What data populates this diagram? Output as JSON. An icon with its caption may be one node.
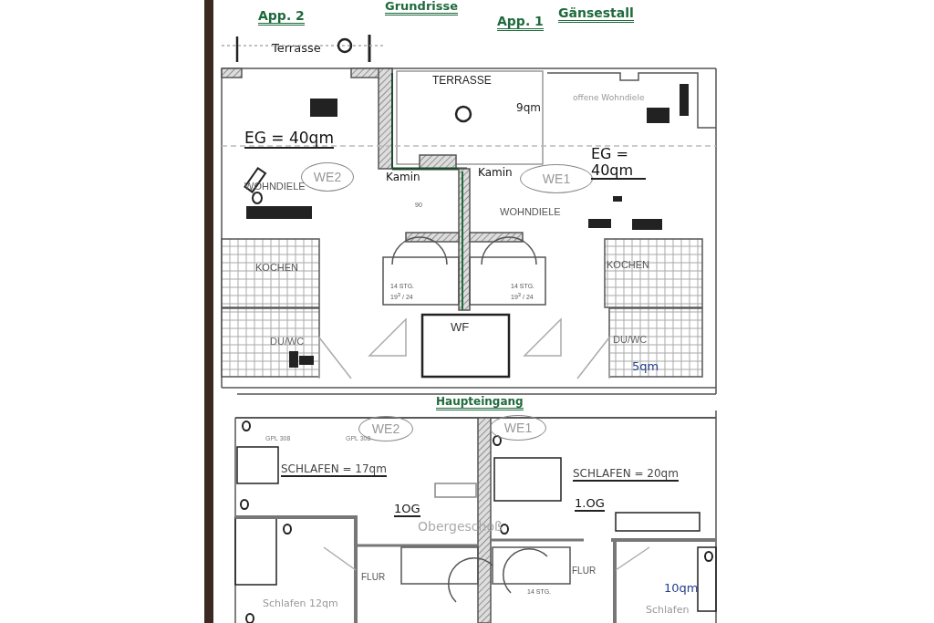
{
  "diagram": {
    "nodes": [
      {
        "text": [
          "WE2"
        ]
      },
      {
        "text": [
          "WE1"
        ]
      },
      {
        "text": [
          "WE2"
        ]
      },
      {
        "text": [
          "WE1"
        ]
      }
    ],
    "labels": [
      "Grundrisse",
      "App. 2",
      "App. 1",
      "Gänsestall",
      "Terrasse",
      "TERRASSE",
      "9qm",
      "offene Wohndiele",
      "EG = 40qm",
      "EG = 40qm",
      "WOHNDIELE",
      "Kamin",
      "Kamin",
      "WOHNDIELE",
      "90",
      "KOCHEN",
      "KOCHEN",
      "14 STG.",
      "19$^{3}$ / 24",
      "14 STG.",
      "19$^{3}$ / 24",
      "DU/WC",
      "WF",
      "DU/WC",
      "5qm",
      "Haupteingang",
      "GPL 308",
      "GPL 308",
      "SCHLAFEN = 17qm",
      "SCHLAFEN = 20qm",
      "1OG",
      "1.OG",
      "Obergeschoß",
      "FLUR",
      "FLUR",
      "14 STG.",
      "Schlafen 12qm",
      "10qm",
      "Schlafen"
    ]
  }
}
